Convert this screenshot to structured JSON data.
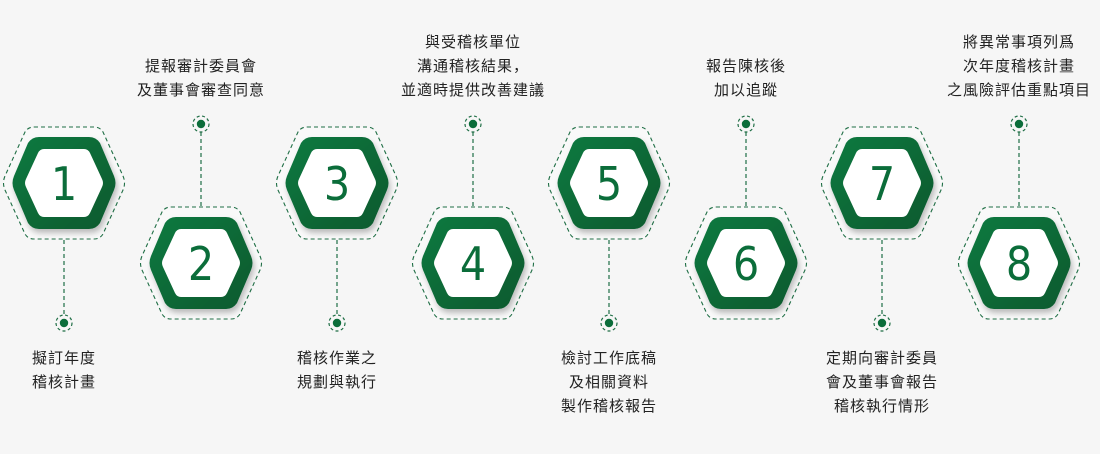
{
  "colors": {
    "background": "#f6f6f6",
    "accent_green": "#0b6d3a",
    "accent_green_dark": "#075a2e",
    "hex_fill": "#ffffff",
    "text": "#222222"
  },
  "steps": [
    {
      "number": "1",
      "row": "top",
      "label": "擬訂年度\n稽核計畫"
    },
    {
      "number": "2",
      "row": "bottom",
      "label": "提報審計委員會\n及董事會審查同意"
    },
    {
      "number": "3",
      "row": "top",
      "label": "稽核作業之\n規劃與執行"
    },
    {
      "number": "4",
      "row": "bottom",
      "label": "與受稽核單位\n溝通稽核結果，\n並適時提供改善建議"
    },
    {
      "number": "5",
      "row": "top",
      "label": "檢討工作底稿\n及相關資料\n製作稽核報告"
    },
    {
      "number": "6",
      "row": "bottom",
      "label": "報告陳核後\n加以追蹤"
    },
    {
      "number": "7",
      "row": "top",
      "label": "定期向審計委員\n會及董事會報告\n稽核執行情形"
    },
    {
      "number": "8",
      "row": "bottom",
      "label": "將異常事項列爲\n次年度稽核計畫\n之風險評估重點項目"
    }
  ]
}
